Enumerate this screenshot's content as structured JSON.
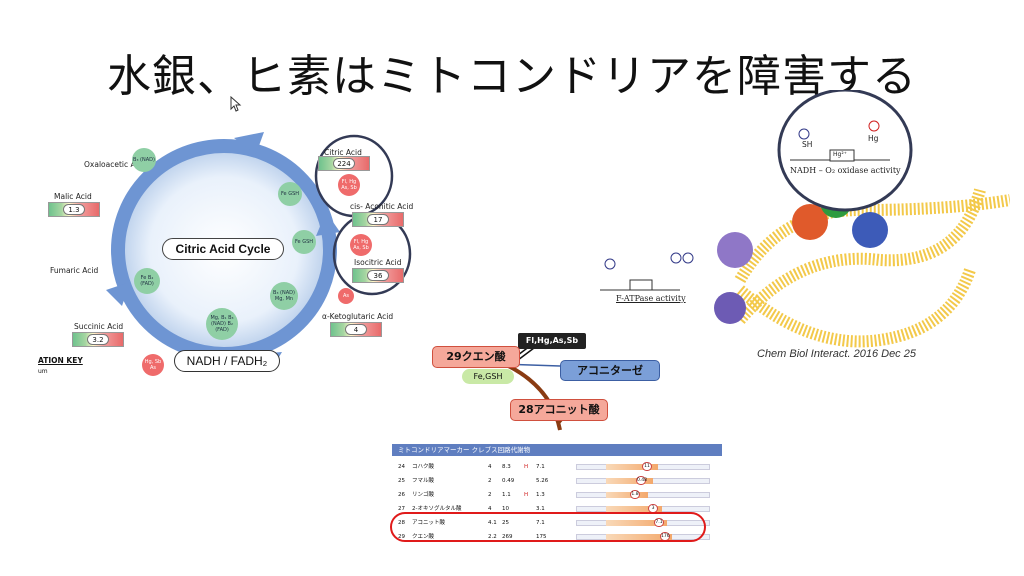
{
  "slide": {
    "title": "水銀、ヒ素はミトコンドリアを障害する"
  },
  "cycle": {
    "center_label": "Citric Acid Cycle",
    "bottom_label": "NADH / FADH₂",
    "key_label": "ATION KEY",
    "key_sub": "um",
    "acids": {
      "oxaloacetic": "Oxaloacetic Acid",
      "malic": "Malic Acid",
      "fumaric": "Fumaric Acid",
      "succinic": "Succinic Acid",
      "citric": "Citric Acid",
      "cis_aconitic": "cis- Aconitic Acid",
      "isocitric": "Isocitric Acid",
      "ketoglutaric": "α-Ketoglutaric Acid"
    },
    "gauge_values": {
      "malic": "1.3",
      "succinic": "3.2",
      "citric": "224",
      "cis_aconitic": "17",
      "isocitric": "36",
      "ketoglutaric": "4"
    },
    "cofactors": {
      "b3_nad": "B₃ (NAD)",
      "fe_gsh": "Fe GSH",
      "fe_gsh2": "Fe GSH",
      "b2_fad": "Fe B₂ (FAD)",
      "mg": "Mg, B₁ B₃ (NAD) B₂ (FAD)",
      "b3_mn": "B₃ (NAD) Mg, Mn"
    },
    "toxins": {
      "citric": "Fl, Hg As, Sb",
      "cis": "Fl, Hg As, Sb",
      "bottom": "Hg, Sb As",
      "keto": "As"
    }
  },
  "oxidase": {
    "top_box_label": "NADH – O₂ oxidase activity",
    "atpase_label": "F-ATPase activity",
    "sh": "SH",
    "hg": "Hg",
    "hg_box": "Hg²⁺",
    "citation": "Chem Biol Interact. 2016 Dec 25"
  },
  "pathway": {
    "citric": "29クエン酸",
    "fe_gsh": "Fe,GSH",
    "inhibitors": "Fl,Hg,As,Sb",
    "aconitase": "アコニターゼ",
    "aconitic": "28アコニット酸"
  },
  "table": {
    "header": "ミトコンドリアマーカー クレブス回路代謝物",
    "rows": [
      {
        "no": "24",
        "name": "コハク酸",
        "v1": "4",
        "v2": "8.3",
        "flag": "H",
        "v3": "7.1",
        "mark": "11",
        "fill": 0.55
      },
      {
        "no": "25",
        "name": "フマル酸",
        "v1": "2",
        "v2": "0.49",
        "flag": "",
        "v3": "5.26",
        "mark": "0.48",
        "fill": 0.5
      },
      {
        "no": "26",
        "name": "リンゴ酸",
        "v1": "2",
        "v2": "1.1",
        "flag": "H",
        "v3": "1.3",
        "mark": "1.8",
        "fill": 0.45
      },
      {
        "no": "27",
        "name": "2-オキソグルタル酸",
        "v1": "4",
        "v2": "10",
        "flag": "",
        "v3": "3.1",
        "mark": "3",
        "fill": 0.6
      },
      {
        "no": "28",
        "name": "アコニット酸",
        "v1": "4.1",
        "v2": "25",
        "flag": "",
        "v3": "7.1",
        "mark": "7.1",
        "fill": 0.65
      },
      {
        "no": "29",
        "name": "クエン酸",
        "v1": "2.2",
        "v2": "269",
        "flag": "",
        "v3": "175",
        "mark": "176",
        "fill": 0.7
      }
    ]
  },
  "colors": {
    "cycle_blue": "#6e95d3",
    "toxin_red": "#ef6b6b",
    "cofactor_green": "#8fcfa5",
    "highlight_red": "#e01a1a",
    "table_header_blue": "#5f7ec0"
  }
}
